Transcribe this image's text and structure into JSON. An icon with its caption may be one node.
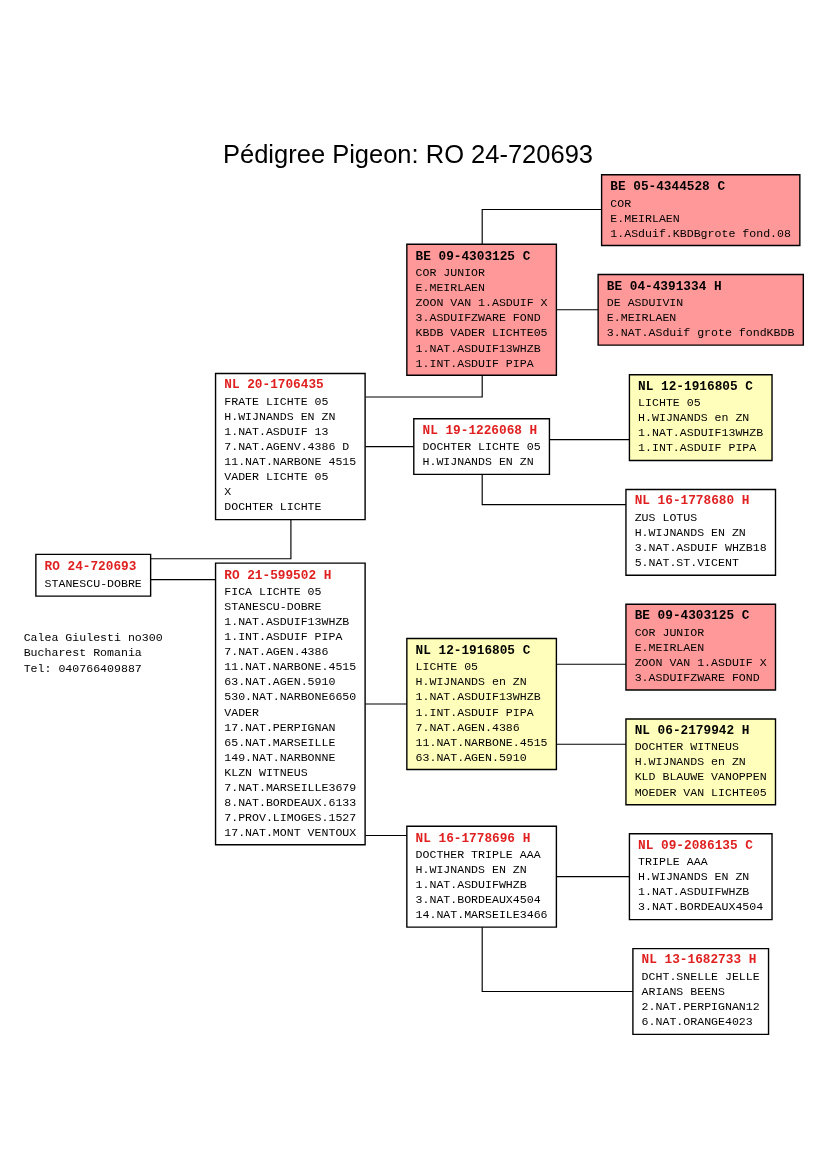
{
  "diagram": {
    "title": "Pédigree Pigeon: RO 24-720693",
    "nodes": [
      {
        "text": [
          "RO 24-720693",
          "STANESCU-DOBRE"
        ]
      },
      {
        "text": [
          "NL 20-1706435",
          "FRATE LICHTE 05",
          "H.WIJNANDS EN ZN",
          "1.NAT.ASDUIF 13",
          "7.NAT.AGENV.4386 D",
          "11.NAT.NARBONE 4515",
          "VADER LICHTE 05",
          "X",
          "DOCHTER LICHTE"
        ]
      },
      {
        "text": [
          "BE 09-4303125 C",
          "COR JUNIOR",
          "E.MEIRLAEN",
          "ZOON VAN 1.ASDUIF X",
          "3.ASDUIFZWARE FOND",
          "KBDB VADER LICHTE05",
          "1.NAT.ASDUIF13WHZB",
          "1.INT.ASDUIF PIPA"
        ]
      },
      {
        "text": [
          "BE 05-4344528 C",
          "COR",
          "E.MEIRLAEN",
          "1.ASduif.KBDBgrote fond.08"
        ]
      },
      {
        "text": [
          "BE 04-4391334 H",
          "DE ASDUIVIN",
          "E.MEIRLAEN",
          "3.NAT.ASduif grote fondKBDB"
        ]
      },
      {
        "text": [
          "NL 19-1226068 H",
          "DOCHTER LICHTE 05",
          "H.WIJNANDS EN ZN"
        ]
      },
      {
        "text": [
          "NL 12-1916805 C",
          "LICHTE 05",
          "H.WIJNANDS en ZN",
          "1.NAT.ASDUIF13WHZB",
          "1.INT.ASDUIF PIPA"
        ]
      },
      {
        "text": [
          "NL 16-1778680 H",
          "ZUS LOTUS",
          "H.WIJNANDS EN ZN",
          "3.NAT.ASDUIF WHZB18",
          "5.NAT.ST.VICENT"
        ]
      },
      {
        "text": [
          "RO 21-599502 H",
          "FICA LICHTE 05",
          "STANESCU-DOBRE",
          "1.NAT.ASDUIF13WHZB",
          "1.INT.ASDUIF PIPA",
          "7.NAT.AGEN.4386",
          "11.NAT.NARBONE.4515",
          "63.NAT.AGEN.5910",
          "530.NAT.NARBONE6650",
          "VADER",
          "17.NAT.PERPIGNAN",
          "65.NAT.MARSEILLE",
          "149.NAT.NARBONNE",
          "KLZN WITNEUS",
          "7.NAT.MARSEILLE3679",
          "8.NAT.BORDEAUX.6133",
          "7.PROV.LIMOGES.1527",
          "17.NAT.MONT VENTOUX"
        ]
      },
      {
        "text": [
          "NL 12-1916805 C",
          "LICHTE 05",
          "H.WIJNANDS en ZN",
          "1.NAT.ASDUIF13WHZB",
          "1.INT.ASDUIF PIPA",
          "7.NAT.AGEN.4386",
          "11.NAT.NARBONE.4515",
          "63.NAT.AGEN.5910"
        ]
      },
      {
        "text": [
          "BE 09-4303125 C",
          "COR JUNIOR",
          "E.MEIRLAEN",
          "ZOON VAN 1.ASDUIF X",
          "3.ASDUIFZWARE FOND"
        ]
      },
      {
        "text": [
          "NL 06-2179942 H",
          "DOCHTER WITNEUS",
          "H.WIJNANDS en ZN",
          "KLD BLAUWE VANOPPEN",
          "MOEDER VAN LICHTE05"
        ]
      },
      {
        "text": [
          "NL 16-1778696 H",
          "DOCTHER TRIPLE AAA",
          "H.WIJNANDS EN ZN",
          "1.NAT.ASDUIFWHZB",
          "3.NAT.BORDEAUX4504",
          "14.NAT.MARSEILE3466"
        ]
      },
      {
        "text": [
          "NL 09-2086135 C",
          "TRIPLE AAA",
          "H.WIJNANDS EN ZN",
          "1.NAT.ASDUIFWHZB",
          "3.NAT.BORDEAUX4504"
        ]
      },
      {
        "text": [
          "NL 13-1682733 H",
          "DCHT.SNELLE JELLE",
          "ARIANS BEENS",
          "2.NAT.PERPIGNAN12",
          "6.NAT.ORANGE4023"
        ]
      }
    ],
    "edges": [
      {
        "from": 0,
        "to": 1,
        "arrow": "none"
      },
      {
        "from": 0,
        "to": 8,
        "arrow": "none"
      },
      {
        "from": 1,
        "to": 2,
        "arrow": "none"
      },
      {
        "from": 1,
        "to": 5,
        "arrow": "none"
      },
      {
        "from": 2,
        "to": 3,
        "arrow": "none"
      },
      {
        "from": 2,
        "to": 4,
        "arrow": "none"
      },
      {
        "from": 5,
        "to": 6,
        "arrow": "none"
      },
      {
        "from": 5,
        "to": 7,
        "arrow": "none"
      },
      {
        "from": 8,
        "to": 9,
        "arrow": "none"
      },
      {
        "from": 8,
        "to": 12,
        "arrow": "none"
      },
      {
        "from": 9,
        "to": 10,
        "arrow": "none"
      },
      {
        "from": 9,
        "to": 11,
        "arrow": "none"
      },
      {
        "from": 12,
        "to": 13,
        "arrow": "none"
      },
      {
        "from": 12,
        "to": 14,
        "arrow": "none"
      }
    ],
    "labels": [
      "Calea Giulesti no300",
      "Bucharest Romania",
      "Tel: 040766409887"
    ]
  }
}
